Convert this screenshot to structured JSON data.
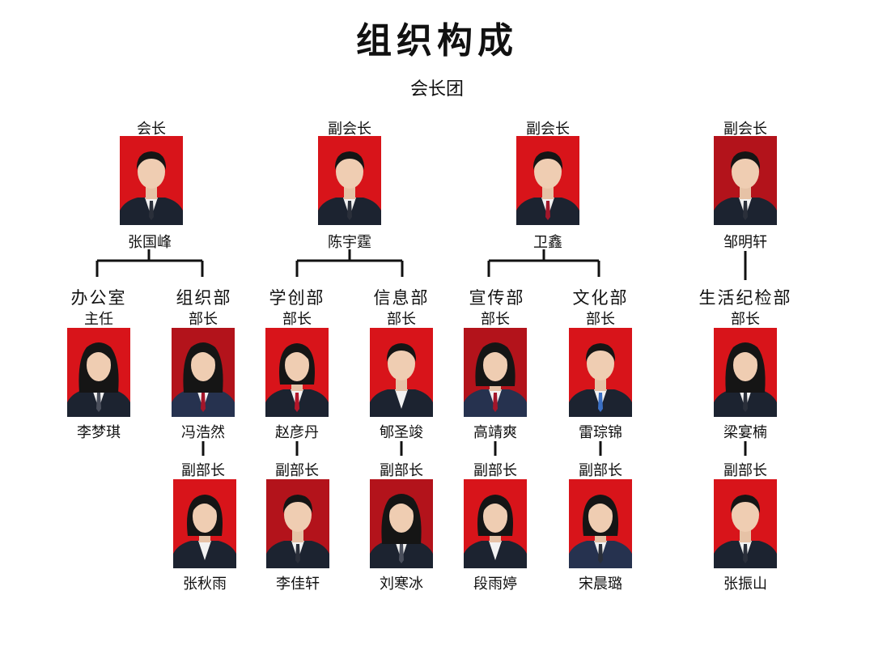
{
  "title": "组织构成",
  "subtitle": "会长团",
  "leaders": [
    {
      "role": "会长",
      "name": "张国峰",
      "icon": "person-photo-icon"
    },
    {
      "role": "副会长",
      "name": "陈宇霆",
      "icon": "person-photo-icon"
    },
    {
      "role": "副会长",
      "name": "卫鑫",
      "icon": "person-photo-icon"
    },
    {
      "role": "副会长",
      "name": "邹明轩",
      "icon": "person-photo-icon"
    }
  ],
  "departments": [
    {
      "dept": "办公室",
      "head_role": "主任",
      "head": "李梦琪",
      "deputy_role": "",
      "deputy": ""
    },
    {
      "dept": "组织部",
      "head_role": "部长",
      "head": "冯浩然",
      "deputy_role": "副部长",
      "deputy": "张秋雨"
    },
    {
      "dept": "学创部",
      "head_role": "部长",
      "head": "赵彦丹",
      "deputy_role": "副部长",
      "deputy": "李佳轩"
    },
    {
      "dept": "信息部",
      "head_role": "部长",
      "head": "郇圣竣",
      "deputy_role": "副部长",
      "deputy": "刘寒冰"
    },
    {
      "dept": "宣传部",
      "head_role": "部长",
      "head": "高靖爽",
      "deputy_role": "副部长",
      "deputy": "段雨婷"
    },
    {
      "dept": "文化部",
      "head_role": "部长",
      "head": "雷琮锦",
      "deputy_role": "副部长",
      "deputy": "宋晨璐"
    },
    {
      "dept": "生活纪检部",
      "head_role": "部长",
      "head": "梁宴楠",
      "deputy_role": "副部长",
      "deputy": "张振山"
    }
  ],
  "colors": {
    "photo_background": "#d8141a",
    "line": "#111111"
  }
}
